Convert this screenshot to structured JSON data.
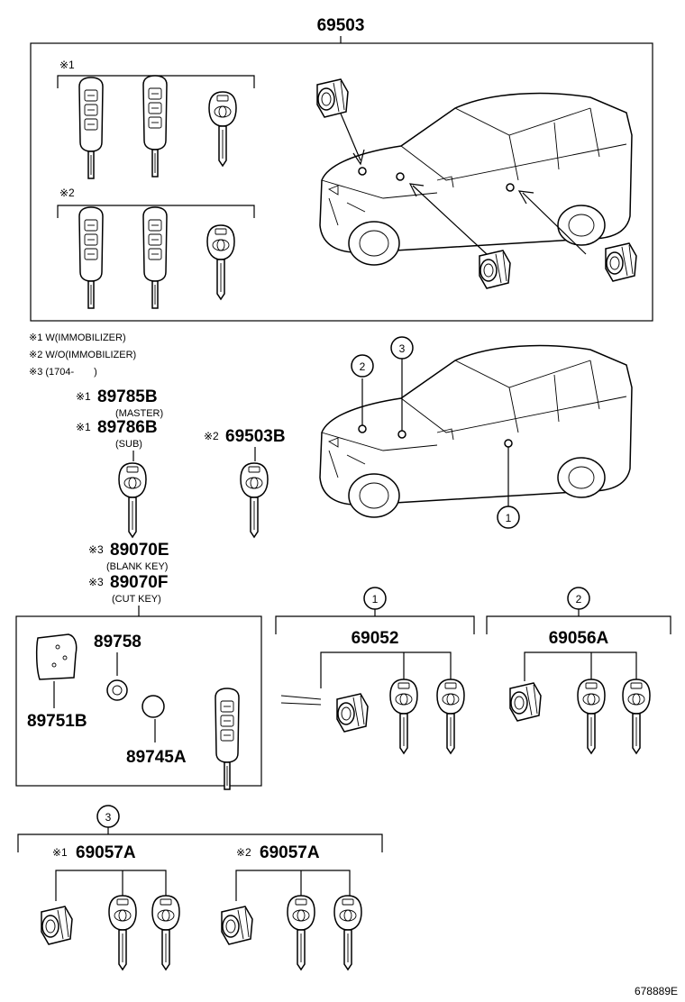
{
  "colors": {
    "ink": "#000000",
    "paper": "#ffffff"
  },
  "top_group": {
    "part_number": "69503",
    "group1_mark": "※1",
    "group2_mark": "※2"
  },
  "notes": [
    "※1 W(IMMOBILIZER)",
    "※2 W/O(IMMOBILIZER)",
    "※3 (1704-　　)"
  ],
  "callouts": {
    "c1": "1",
    "c2": "2",
    "c3": "3"
  },
  "keys": {
    "p89785b": {
      "mark": "※1",
      "number": "89785B",
      "desc": "(MASTER)"
    },
    "p89786b": {
      "mark": "※1",
      "number": "89786B",
      "desc": "(SUB)"
    },
    "p69503b": {
      "mark": "※2",
      "number": "69503B"
    },
    "p89070e": {
      "mark": "※3",
      "number": "89070E",
      "desc": "(BLANK KEY)"
    },
    "p89070f": {
      "mark": "※3",
      "number": "89070F",
      "desc": "(CUT KEY)"
    }
  },
  "transmitter_box": {
    "p89758": "89758",
    "p89751b": "89751B",
    "p89745a": "89745A"
  },
  "sets": {
    "s1": {
      "callout": "1",
      "number": "69052"
    },
    "s2": {
      "callout": "2",
      "number": "69056A"
    },
    "s3": {
      "callout": "3",
      "left": {
        "mark": "※1",
        "number": "69057A"
      },
      "right": {
        "mark": "※2",
        "number": "69057A"
      }
    }
  },
  "figure_code": "678889E",
  "icons": [
    "smart-key-icon",
    "mechanical-key-icon",
    "door-lock-cylinder-icon",
    "ignition-switch-icon",
    "vehicle-icon",
    "coin-battery-icon",
    "transmitter-case-icon",
    "callout-circle-icon"
  ]
}
